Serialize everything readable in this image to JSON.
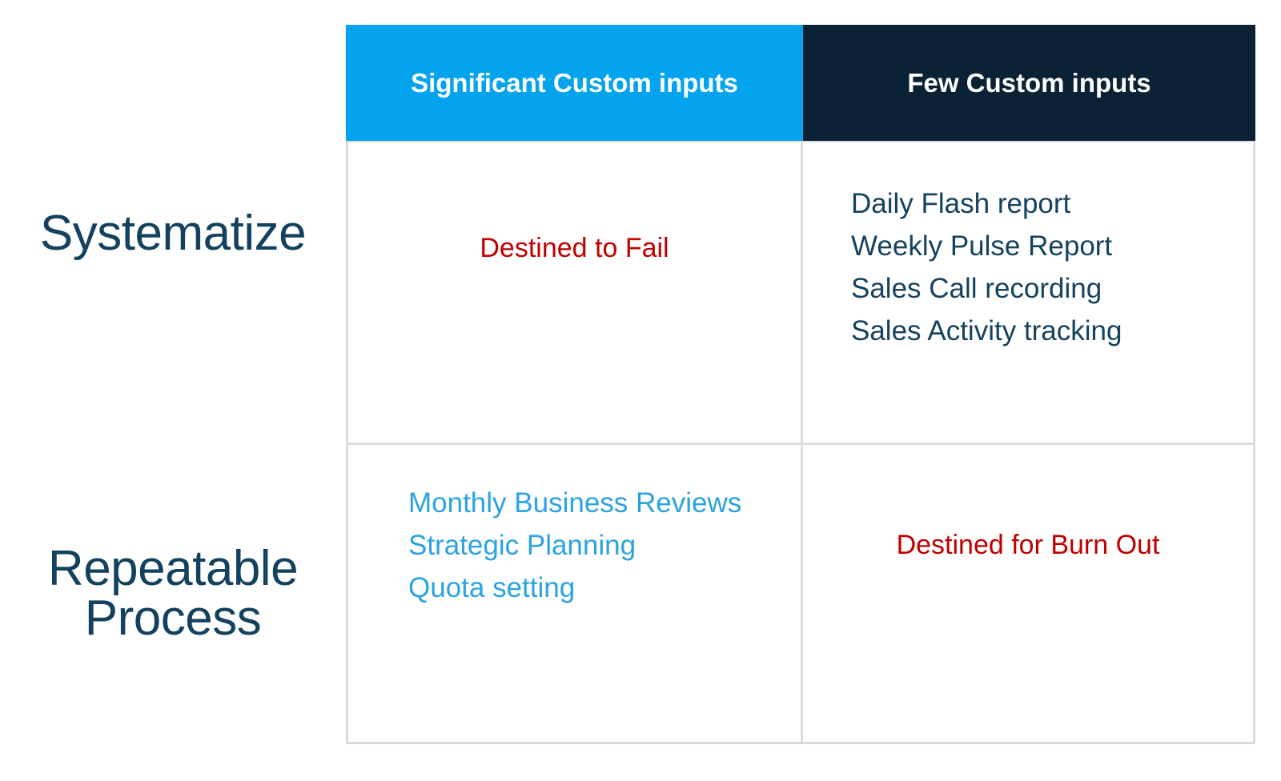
{
  "colors": {
    "header_left_bg": "#03A3EE",
    "header_right_bg": "#0B2236",
    "header_text": "#FFFFFF",
    "row_label_text": "#13415E",
    "navy_item_text": "#15425F",
    "cyan_item_text": "#2BA3E0",
    "warning_text": "#C00000",
    "grid_border": "#DCDCDC",
    "page_bg": "#FFFFFF"
  },
  "matrix": {
    "columns": [
      {
        "id": "significant-custom-inputs",
        "label": "Significant Custom inputs"
      },
      {
        "id": "few-custom-inputs",
        "label": "Few Custom inputs"
      }
    ],
    "rows": [
      {
        "id": "systematize",
        "label_lines": [
          "Systematize"
        ],
        "cells": [
          {
            "id": "systematize-significant",
            "style": "warning",
            "text": "Destined to Fail",
            "items": []
          },
          {
            "id": "systematize-few",
            "style": "list-navy",
            "text": "",
            "items": [
              "Daily Flash report",
              "Weekly Pulse Report",
              "Sales Call recording",
              "Sales Activity tracking"
            ]
          }
        ]
      },
      {
        "id": "repeatable-process",
        "label_lines": [
          "Repeatable",
          "Process"
        ],
        "cells": [
          {
            "id": "repeatable-significant",
            "style": "list-cyan",
            "text": "",
            "items": [
              "Monthly Business Reviews",
              "Strategic Planning",
              "Quota setting"
            ]
          },
          {
            "id": "repeatable-few",
            "style": "warning",
            "text": "Destined for Burn Out",
            "items": []
          }
        ]
      }
    ]
  }
}
